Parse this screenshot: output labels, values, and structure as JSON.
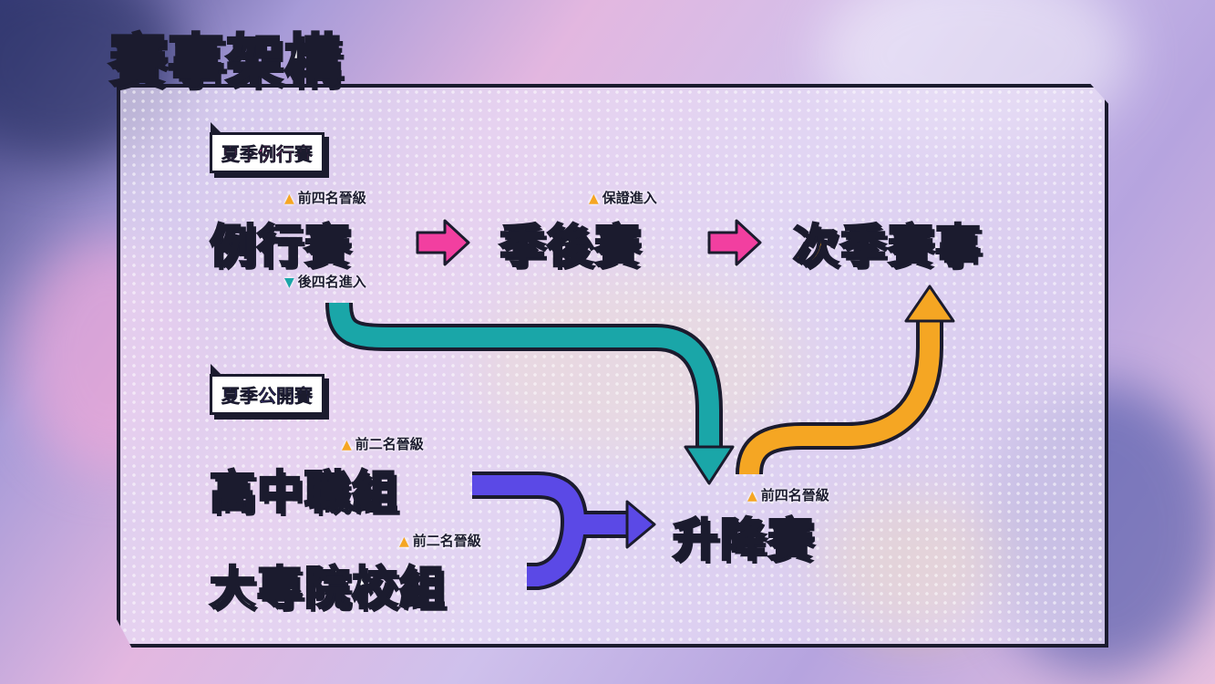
{
  "title": "賽事架構",
  "sections": {
    "summer_regular": {
      "label": "夏季例行賽",
      "color": "#f23fa0"
    },
    "summer_open": {
      "label": "夏季公開賽",
      "color": "#5b49e6"
    }
  },
  "nodes": {
    "regular": {
      "label": "例行賽",
      "note_up": "前四名晉級",
      "note_down": "後四名進入"
    },
    "playoffs": {
      "label": "季後賽",
      "note_up": "保證進入"
    },
    "next_season": {
      "label": "次季賽事"
    },
    "high_school": {
      "label": "高中職組",
      "note_up": "前二名晉級"
    },
    "college": {
      "label": "大專院校組",
      "note_up": "前二名晉級"
    },
    "promotion": {
      "label": "升降賽",
      "note_up": "前四名晉級"
    }
  },
  "colors": {
    "pink": "#f23fa0",
    "teal": "#1aa6a8",
    "purple": "#5b49e6",
    "orange": "#f5a623",
    "outline": "#1b1b2e"
  }
}
